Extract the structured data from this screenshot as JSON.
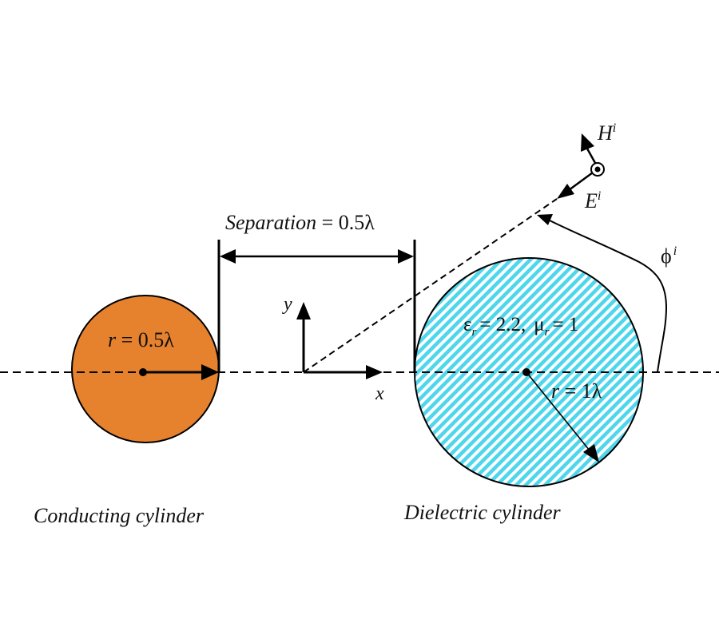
{
  "figure": {
    "colors": {
      "conducting_fill": "#E6822E",
      "dielectric_stripe": "#4FD6EC",
      "dielectric_bg": "#FFFFFF",
      "stroke": "#000000"
    },
    "separation_label": {
      "name": "Separation",
      "eq": "= 0.5λ"
    },
    "conducting": {
      "radius_label": {
        "var": "r",
        "eq": "= 0.5λ"
      },
      "caption": "Conducting cylinder"
    },
    "dielectric": {
      "eps_label": {
        "sym": "ε",
        "sub": "r",
        "eq": "= 2.2,",
        "mu": "μ",
        "mu_sub": "r",
        "mu_eq": "= 1"
      },
      "radius_label": {
        "var": "r",
        "eq": "= 1λ"
      },
      "caption": "Dielectric cylinder"
    },
    "axes": {
      "x": "x",
      "y": "y"
    },
    "incident": {
      "H": "H",
      "H_sup": "i",
      "E": "E",
      "E_sup": "i",
      "phi": "ϕ",
      "phi_sup": "i"
    }
  }
}
